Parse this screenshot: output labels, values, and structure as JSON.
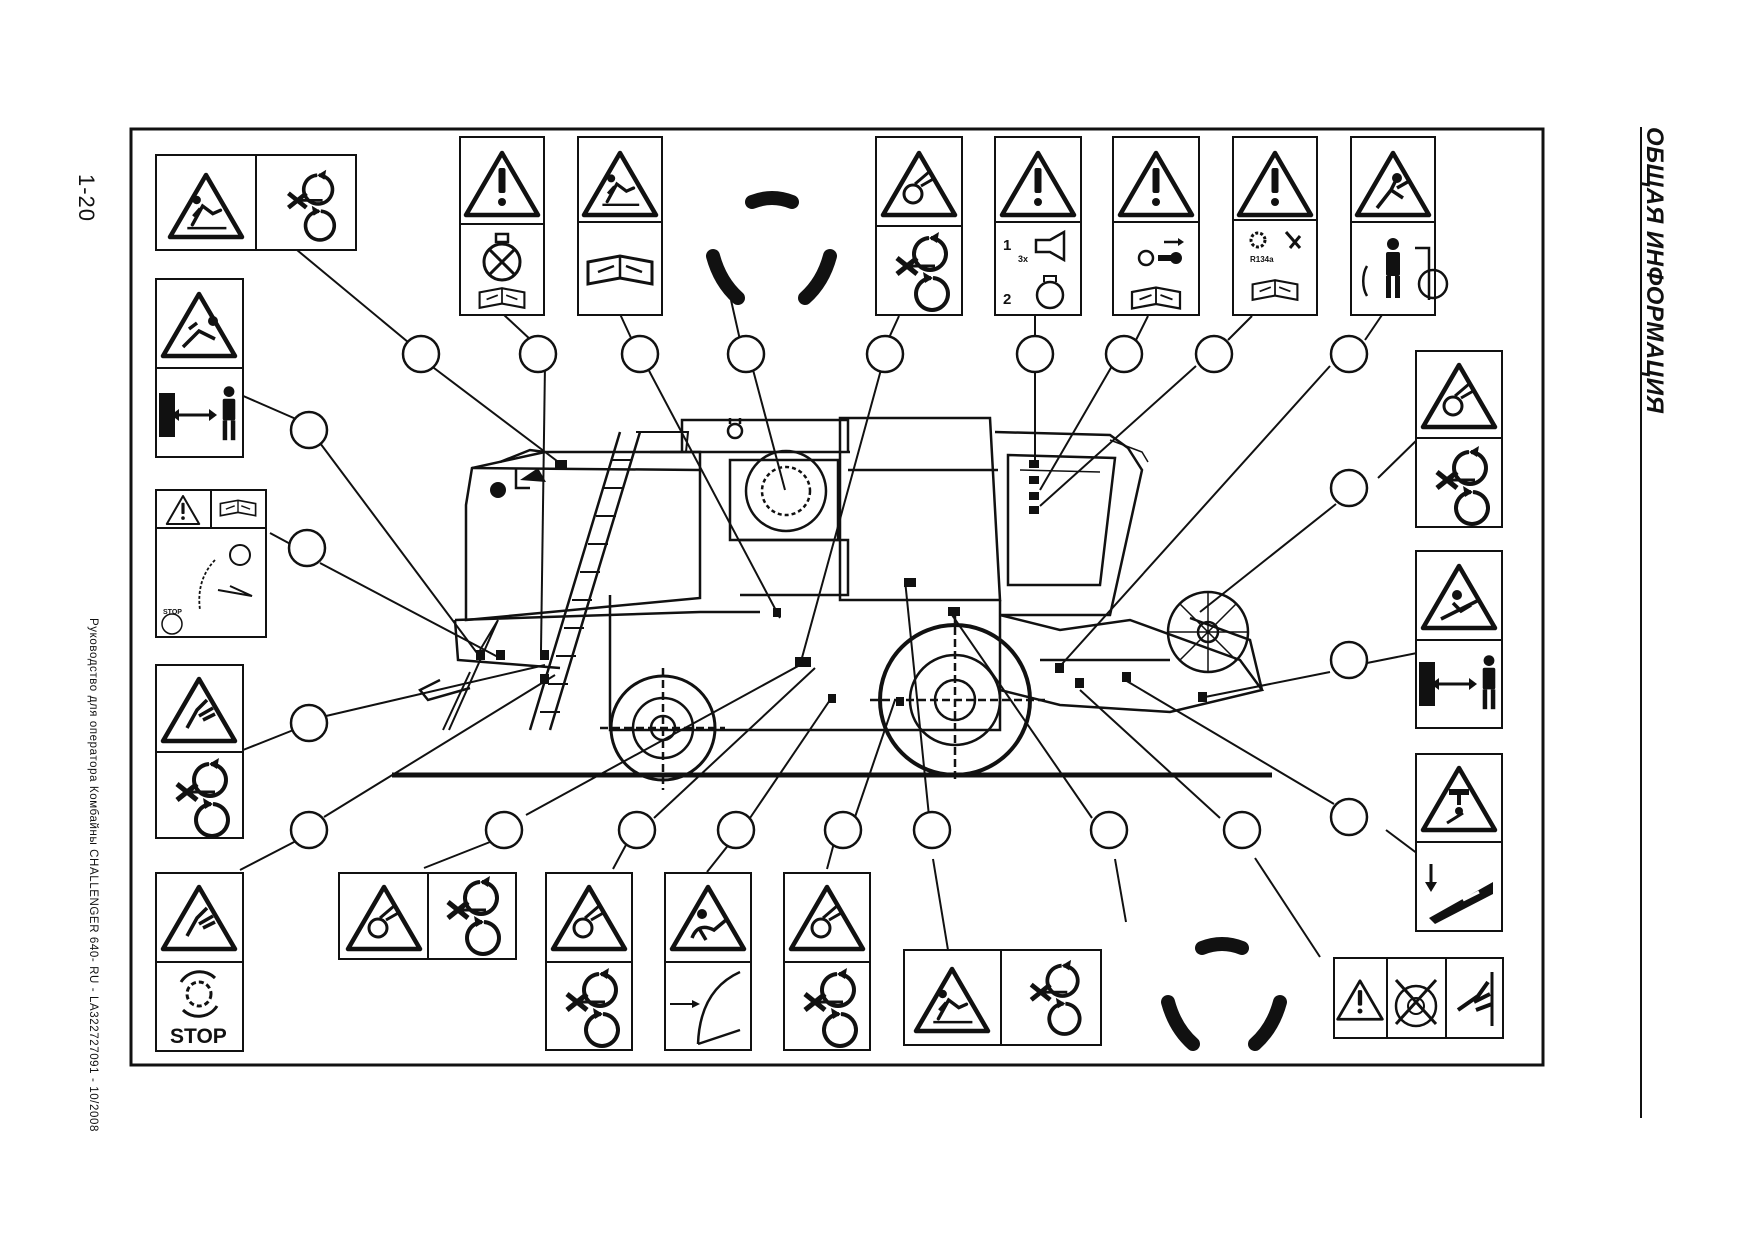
{
  "page": {
    "section_title": "ОБЩАЯ ИНФОРМАЦИЯ",
    "page_number": "1-20",
    "footer": "Руководство для оператора Комбайны CHALLENGER 640- RU - LA322727091 - 10/2008"
  },
  "decals": {
    "stop_label": "STOP",
    "sequence_1": "1",
    "sequence_2": "2",
    "repeat_3x": "3x",
    "refrigerant": "R134a",
    "stop_small": "STOP"
  },
  "icons": [
    "warning-triangle-icon",
    "crush-hazard-icon",
    "rotating-parts-icon",
    "hand-entanglement-icon",
    "read-manual-icon",
    "safety-distance-icon",
    "horn-icon",
    "key-icon",
    "falling-object-icon",
    "rotation-direction-icon"
  ]
}
